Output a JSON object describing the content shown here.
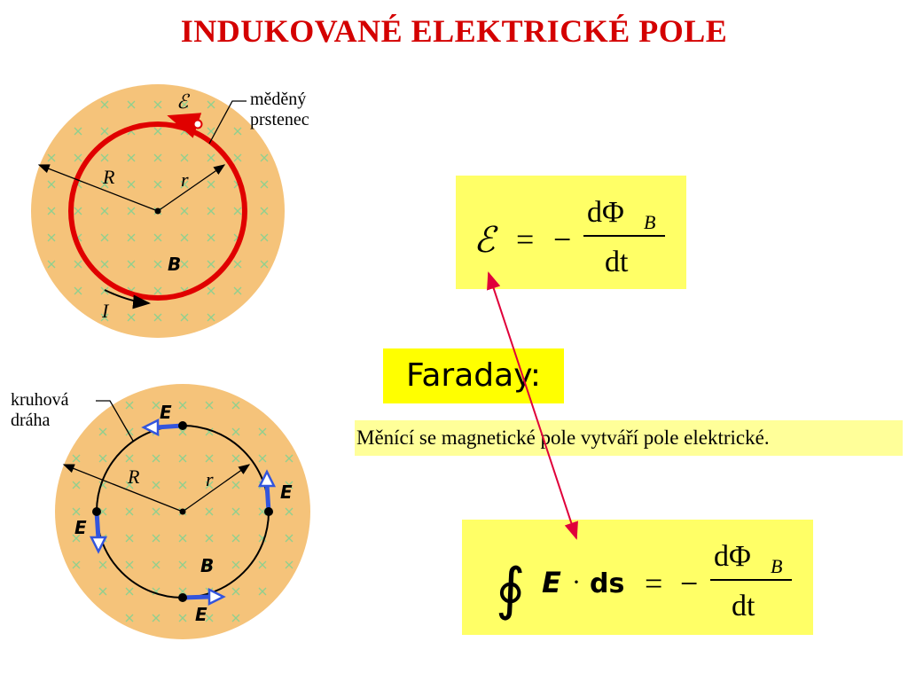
{
  "title": "INDUKOVANÉ ELEKTRICKÉ POLE",
  "diagram_top": {
    "emf_symbol": "ℰ",
    "ring_label_line1": "měděný",
    "ring_label_line2": "prstenec",
    "radius_R": "R",
    "radius_r": "r",
    "field_label": "B",
    "current_label": "I"
  },
  "diagram_bottom": {
    "path_label_line1": "kruhová",
    "path_label_line2": "dráha",
    "radius_R": "R",
    "radius_r": "r",
    "field_label": "B",
    "e_top": "E",
    "e_right": "E",
    "e_left": "E",
    "e_bottom": "E"
  },
  "equation_emf": {
    "lhs": "ℰ",
    "equals": "=",
    "minus": "−",
    "numerator": "dΦ",
    "numerator_sub": "B",
    "denominator": "dt"
  },
  "faraday_label": "Faraday:",
  "statement": "Měnící se magnetické pole vytváří pole elektrické.",
  "equation_integral": {
    "integral": "∮",
    "field": "E",
    "dot": "·",
    "ds": "ds",
    "equals": "=",
    "minus": "−",
    "numerator": "dΦ",
    "numerator_sub": "B",
    "denominator": "dt"
  },
  "colors": {
    "title": "#d40000",
    "region_fill": "#f5c37a",
    "cross_marks": "#8fd08f",
    "ring": "#e00000",
    "e_vectors": "#3355dd",
    "connector": "#e0003a",
    "eq_box": "#ffff66",
    "faraday_box": "#ffff00",
    "statement_box": "#ffff99"
  }
}
